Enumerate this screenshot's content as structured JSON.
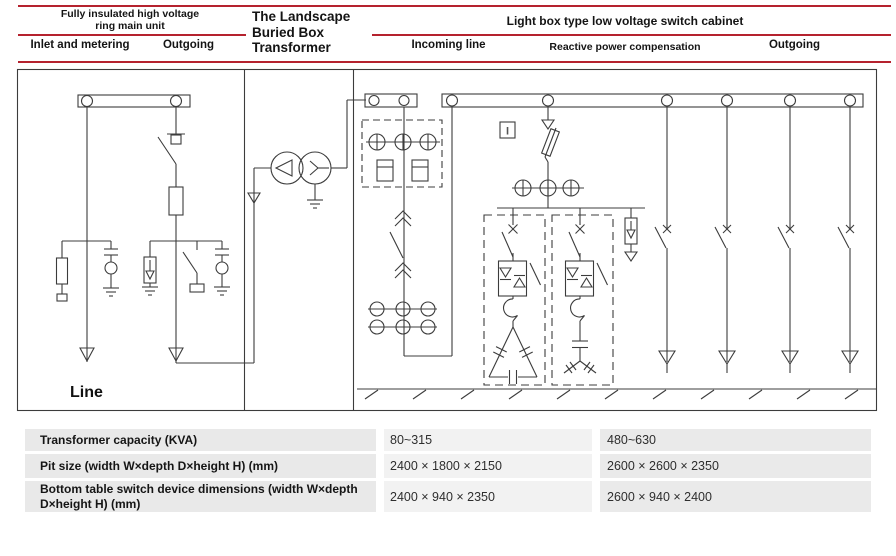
{
  "header": {
    "accent_color": "#b5222e",
    "group1": {
      "title": "Fully insulated high voltage ring main unit",
      "columns": [
        "Inlet and metering",
        "Outgoing"
      ]
    },
    "group2": {
      "title": "The Landscape Buried Box Transformer"
    },
    "group3": {
      "title": "Light box type low voltage switch cabinet",
      "columns": [
        "Incoming line",
        "Reactive power compensation",
        "Outgoing"
      ]
    }
  },
  "diagram": {
    "line_label": "Line",
    "instrument_label": "I"
  },
  "table": {
    "rows": [
      {
        "label": "Transformer capacity (KVA)",
        "col1": "80~315",
        "col2": "480~630"
      },
      {
        "label": "Pit size (width W×depth D×height H) (mm)",
        "col1": "2400 × 1800 × 2150",
        "col2": "2600 × 2600 × 2350"
      },
      {
        "label": "Bottom table switch device dimensions (width W×depth D×height H) (mm)",
        "col1": "2400 × 940 × 2350",
        "col2": "2600 × 940 × 2400"
      }
    ]
  }
}
